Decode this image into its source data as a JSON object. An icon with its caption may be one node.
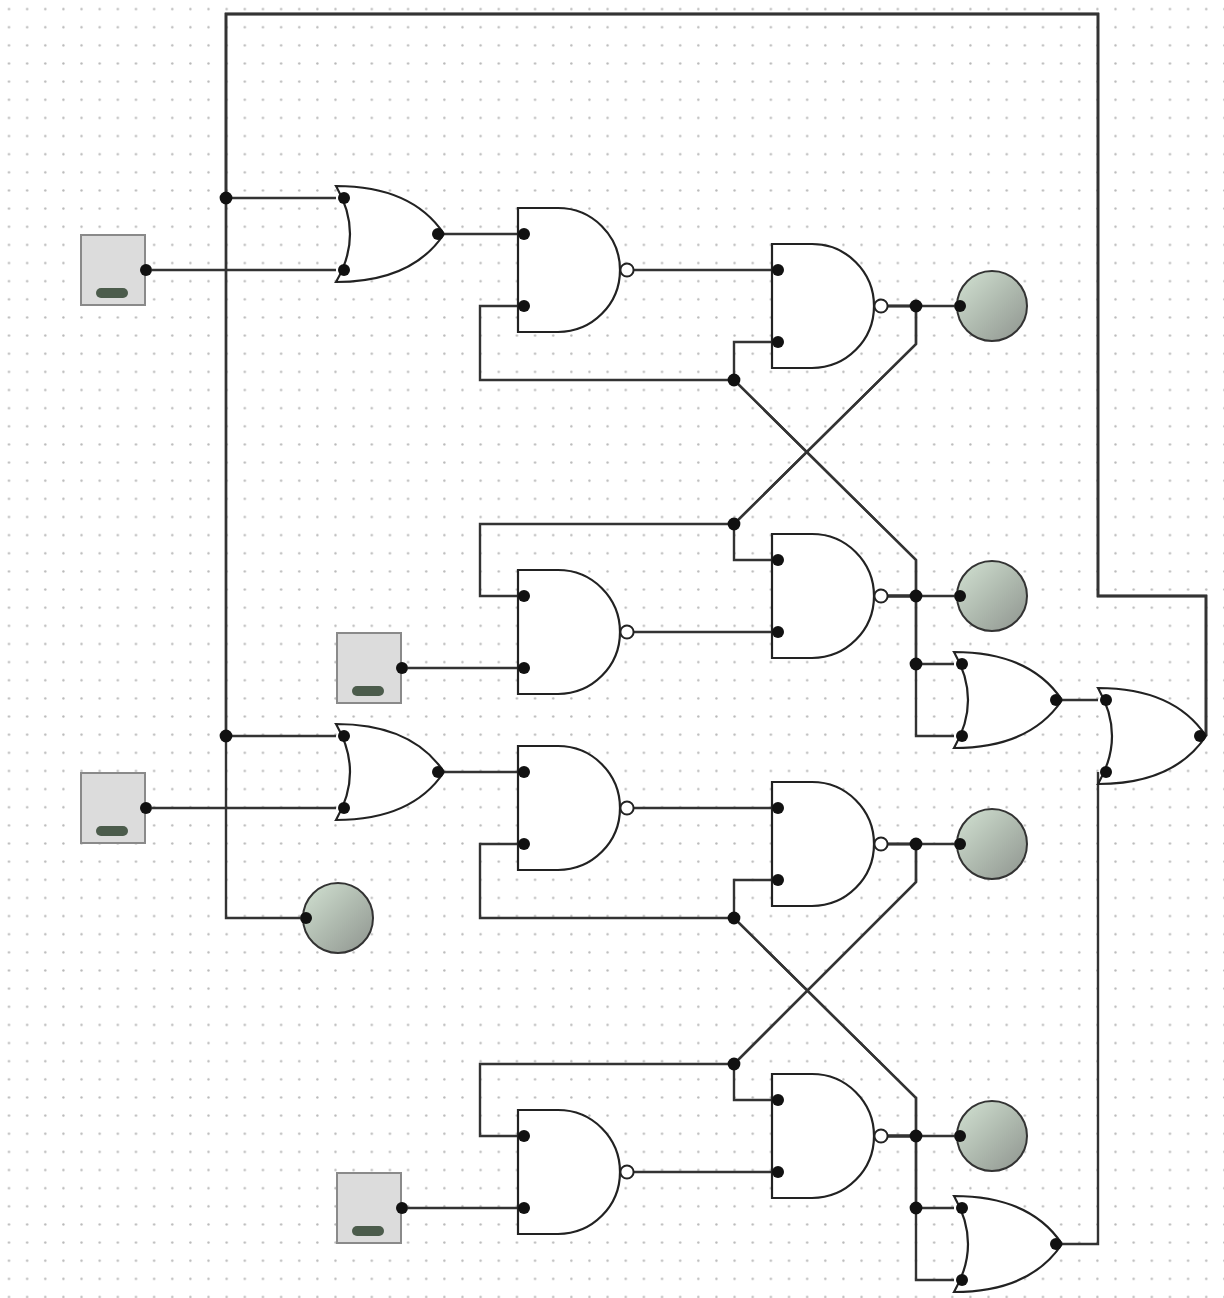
{
  "diagram": {
    "nodes": [
      {
        "text": [],
        "shape": "box"
      },
      {
        "text": [],
        "shape": "gate"
      },
      {
        "text": [],
        "shape": "gate"
      },
      {
        "text": [],
        "shape": "gate"
      },
      {
        "text": [],
        "shape": "circle"
      },
      {
        "text": [],
        "shape": "gate"
      },
      {
        "text": [],
        "shape": "gate"
      },
      {
        "text": [],
        "shape": "circle"
      },
      {
        "text": [],
        "shape": "box"
      },
      {
        "text": [],
        "shape": "gate"
      },
      {
        "text": [],
        "shape": "gate"
      },
      {
        "text": [],
        "shape": "box"
      },
      {
        "text": [],
        "shape": "gate"
      },
      {
        "text": [],
        "shape": "gate"
      },
      {
        "text": [],
        "shape": "gate"
      },
      {
        "text": [],
        "shape": "circle"
      },
      {
        "text": [],
        "shape": "circle"
      },
      {
        "text": [],
        "shape": "gate"
      },
      {
        "text": [],
        "shape": "gate"
      },
      {
        "text": [],
        "shape": "circle"
      },
      {
        "text": [],
        "shape": "box"
      },
      {
        "text": [],
        "shape": "gate"
      }
    ],
    "edges": [
      {
        "from": 0,
        "to": 1,
        "arrow": "none"
      },
      {
        "from": 1,
        "to": 2,
        "arrow": "none"
      },
      {
        "from": 2,
        "to": 3,
        "arrow": "none"
      },
      {
        "from": 3,
        "to": 4,
        "arrow": "none"
      },
      {
        "from": 3,
        "to": 5,
        "arrow": "none"
      },
      {
        "from": 3,
        "to": 6,
        "arrow": "none"
      },
      {
        "from": 6,
        "to": 7,
        "arrow": "none"
      },
      {
        "from": 6,
        "to": 2,
        "arrow": "none"
      },
      {
        "from": 6,
        "to": 3,
        "arrow": "none"
      },
      {
        "from": 8,
        "to": 5,
        "arrow": "none"
      },
      {
        "from": 5,
        "to": 6,
        "arrow": "none"
      },
      {
        "from": 6,
        "to": 9,
        "arrow": "none"
      },
      {
        "from": 6,
        "to": 9,
        "arrow": "none"
      },
      {
        "from": 9,
        "to": 10,
        "arrow": "none"
      },
      {
        "from": 10,
        "to": 1,
        "arrow": "none"
      },
      {
        "from": 10,
        "to": 12,
        "arrow": "none"
      },
      {
        "from": 10,
        "to": 16,
        "arrow": "none"
      },
      {
        "from": 11,
        "to": 12,
        "arrow": "none"
      },
      {
        "from": 12,
        "to": 13,
        "arrow": "none"
      },
      {
        "from": 13,
        "to": 14,
        "arrow": "none"
      },
      {
        "from": 14,
        "to": 15,
        "arrow": "none"
      },
      {
        "from": 14,
        "to": 17,
        "arrow": "none"
      },
      {
        "from": 14,
        "to": 18,
        "arrow": "none"
      },
      {
        "from": 18,
        "to": 19,
        "arrow": "none"
      },
      {
        "from": 18,
        "to": 13,
        "arrow": "none"
      },
      {
        "from": 18,
        "to": 14,
        "arrow": "none"
      },
      {
        "from": 20,
        "to": 17,
        "arrow": "none"
      },
      {
        "from": 17,
        "to": 18,
        "arrow": "none"
      },
      {
        "from": 18,
        "to": 21,
        "arrow": "none"
      },
      {
        "from": 18,
        "to": 21,
        "arrow": "none"
      },
      {
        "from": 21,
        "to": 10,
        "arrow": "none"
      }
    ]
  }
}
